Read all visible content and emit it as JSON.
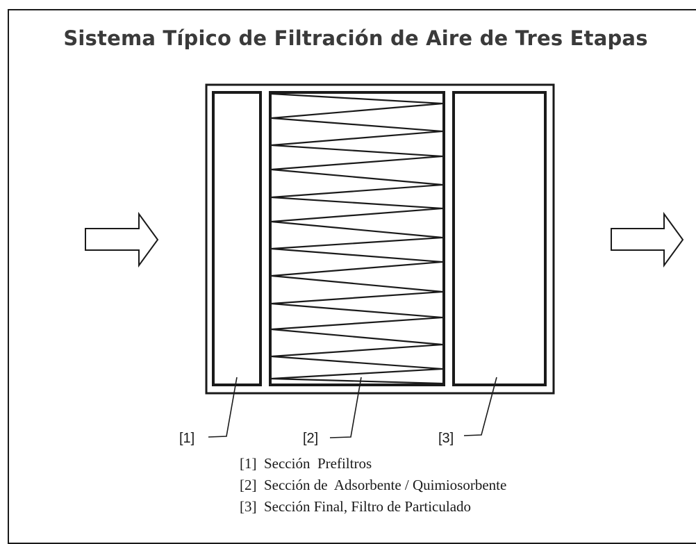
{
  "title": "Sistema Típico de Filtración de Aire de Tres Etapas",
  "callouts": [
    "[1]",
    "[2]",
    "[3]"
  ],
  "legend": [
    "[1]  Sección  Prefiltros",
    "[2]  Sección de  Adsorbente / Quimiosorbente",
    "[3]  Sección Final, Filtro de Particulado"
  ]
}
